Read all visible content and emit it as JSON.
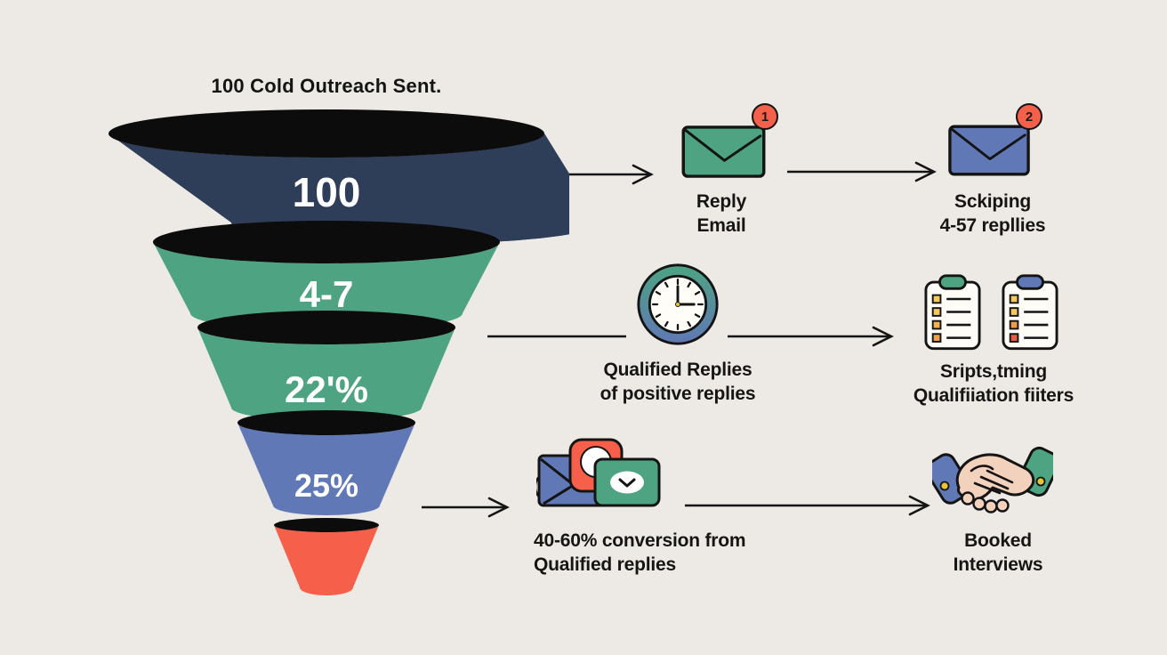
{
  "title": "100 Cold Outreach Sent.",
  "funnel": {
    "stages": [
      {
        "value": "100",
        "color": "#2e3e59"
      },
      {
        "value": "4-7",
        "color": "#4da382"
      },
      {
        "value": "22'%",
        "color": "#4da382"
      },
      {
        "value": "25%",
        "color": "#6078b5"
      },
      {
        "value": "",
        "color": "#f65f4a"
      }
    ]
  },
  "steps": [
    {
      "id": "reply-email",
      "icon": "envelope-icon",
      "badge": "1",
      "label": "Reply\nEmail"
    },
    {
      "id": "skipping-replies",
      "icon": "envelope-icon",
      "badge": "2",
      "label": "Sckiping\n4-57 repllies"
    },
    {
      "id": "qualified-replies",
      "icon": "clock-icon",
      "label": "Qualified Replies\nof positive replies"
    },
    {
      "id": "scripts-timing",
      "icon": "clipboard-checklist-icon",
      "label": "Sripts,tming\nQualifiiation fiiters"
    },
    {
      "id": "conversion",
      "icon": "inbox-notification-icon",
      "label": "40-60% conversion from\nQualified replies"
    },
    {
      "id": "booked-interviews",
      "icon": "handshake-icon",
      "label": "Booked\nInterviews"
    }
  ],
  "colors": {
    "background": "#edeae5",
    "navy": "#2e3e59",
    "green": "#4da382",
    "blue": "#6078b5",
    "orange": "#f65f4a",
    "badge_red": "#f4604a",
    "ink": "#141414",
    "white_text": "#ffffff",
    "check_yellow": "#f5c95e",
    "sleeve_gold": "#e9c431",
    "skin": "#f3d2bd"
  }
}
